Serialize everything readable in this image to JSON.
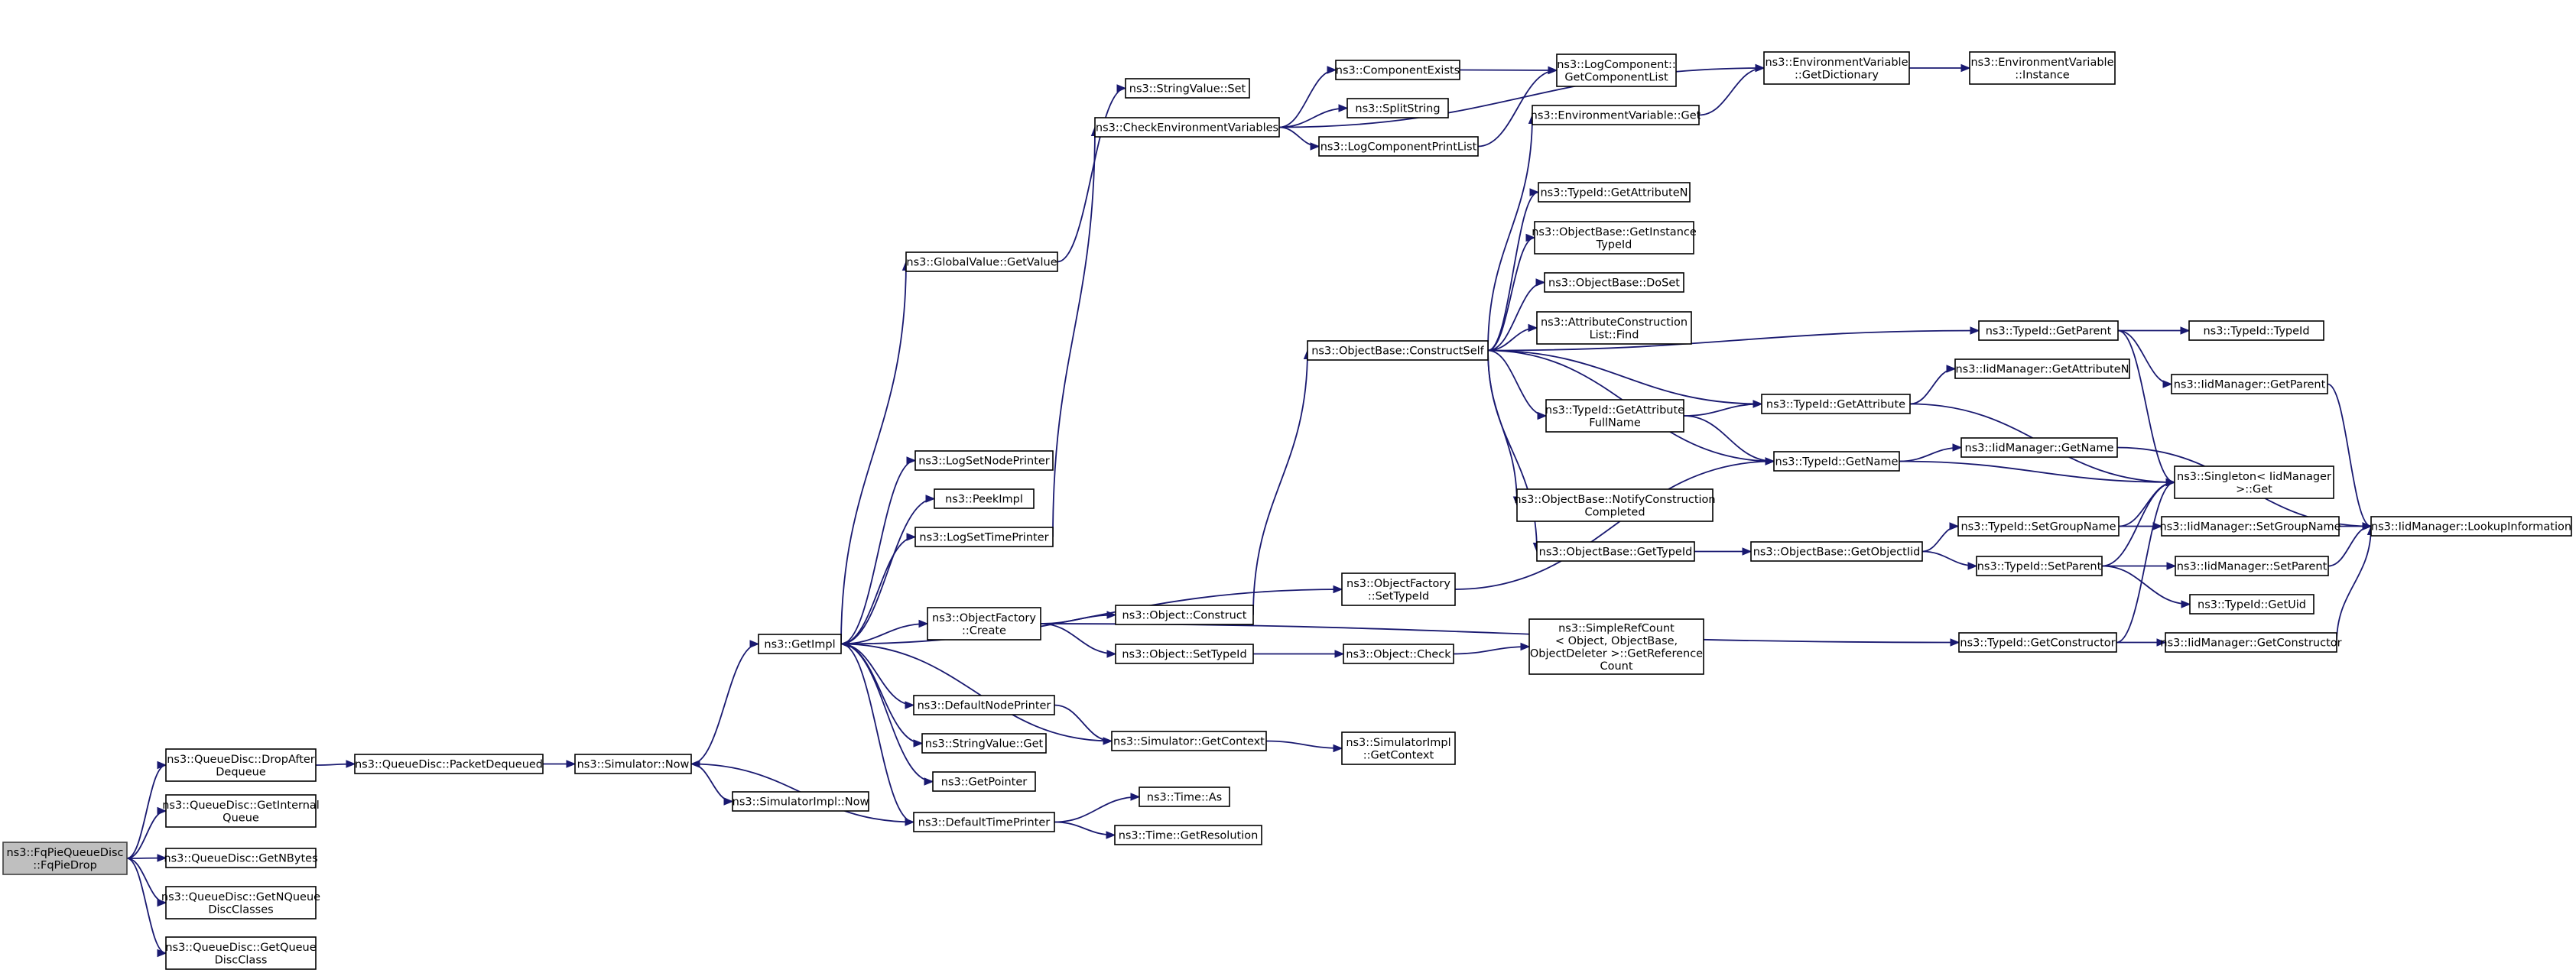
{
  "colors": {
    "edge": "#191970",
    "root_fill": "#bfbfbf",
    "node_fill": "#ffffff",
    "node_border": "#000000"
  },
  "graph": {
    "root": "fqpie_drop",
    "nodes": [
      {
        "id": "fqpie_drop",
        "lines": [
          "ns3::FqPieQueueDisc",
          "::FqPieDrop"
        ]
      },
      {
        "id": "qd_dropafterdequeue",
        "lines": [
          "ns3::QueueDisc::DropAfter",
          "Dequeue"
        ]
      },
      {
        "id": "qd_getinternalqueue",
        "lines": [
          "ns3::QueueDisc::GetInternal",
          "Queue"
        ]
      },
      {
        "id": "qd_getnbytes",
        "lines": [
          "ns3::QueueDisc::GetNBytes"
        ]
      },
      {
        "id": "qd_getnqueuediscclasses",
        "lines": [
          "ns3::QueueDisc::GetNQueue",
          "DiscClasses"
        ]
      },
      {
        "id": "qd_getqueuediscclass",
        "lines": [
          "ns3::QueueDisc::GetQueue",
          "DiscClass"
        ]
      },
      {
        "id": "qd_packetdequeued",
        "lines": [
          "ns3::QueueDisc::PacketDequeued"
        ]
      },
      {
        "id": "sim_now",
        "lines": [
          "ns3::Simulator::Now"
        ]
      },
      {
        "id": "simimpl_now",
        "lines": [
          "ns3::SimulatorImpl::Now"
        ]
      },
      {
        "id": "getimpl",
        "lines": [
          "ns3::GetImpl"
        ]
      },
      {
        "id": "globalvalue_getvalue",
        "lines": [
          "ns3::GlobalValue::GetValue"
        ]
      },
      {
        "id": "stringvalue_set",
        "lines": [
          "ns3::StringValue::Set"
        ]
      },
      {
        "id": "checkenvvars",
        "lines": [
          "ns3::CheckEnvironmentVariables"
        ]
      },
      {
        "id": "componentexists",
        "lines": [
          "ns3::ComponentExists"
        ]
      },
      {
        "id": "splitstring",
        "lines": [
          "ns3::SplitString"
        ]
      },
      {
        "id": "logcomponentprintlist",
        "lines": [
          "ns3::LogComponentPrintList"
        ]
      },
      {
        "id": "logcomponent_getcomponentlist",
        "lines": [
          "ns3::LogComponent::",
          "GetComponentList"
        ]
      },
      {
        "id": "envvar_getdictionary",
        "lines": [
          "ns3::EnvironmentVariable",
          "::GetDictionary"
        ]
      },
      {
        "id": "envvar_instance",
        "lines": [
          "ns3::EnvironmentVariable",
          "::Instance"
        ]
      },
      {
        "id": "envvar_get",
        "lines": [
          "ns3::EnvironmentVariable::Get"
        ]
      },
      {
        "id": "logsetnodeprinter",
        "lines": [
          "ns3::LogSetNodePrinter"
        ]
      },
      {
        "id": "peekimpl",
        "lines": [
          "ns3::PeekImpl"
        ]
      },
      {
        "id": "logsettimeprinter",
        "lines": [
          "ns3::LogSetTimePrinter"
        ]
      },
      {
        "id": "objectfactory_create",
        "lines": [
          "ns3::ObjectFactory",
          "::Create"
        ]
      },
      {
        "id": "defaultnodeprinter",
        "lines": [
          "ns3::DefaultNodePrinter"
        ]
      },
      {
        "id": "stringvalue_get",
        "lines": [
          "ns3::StringValue::Get"
        ]
      },
      {
        "id": "getpointer",
        "lines": [
          "ns3::GetPointer"
        ]
      },
      {
        "id": "defaulttimeprinter",
        "lines": [
          "ns3::DefaultTimePrinter"
        ]
      },
      {
        "id": "object_construct",
        "lines": [
          "ns3::Object::Construct"
        ]
      },
      {
        "id": "object_settypeid",
        "lines": [
          "ns3::Object::SetTypeId"
        ]
      },
      {
        "id": "sim_getcontext",
        "lines": [
          "ns3::Simulator::GetContext"
        ]
      },
      {
        "id": "time_as",
        "lines": [
          "ns3::Time::As"
        ]
      },
      {
        "id": "time_getresolution",
        "lines": [
          "ns3::Time::GetResolution"
        ]
      },
      {
        "id": "objectbase_constructself",
        "lines": [
          "ns3::ObjectBase::ConstructSelf"
        ]
      },
      {
        "id": "objectfactory_settypeid",
        "lines": [
          "ns3::ObjectFactory",
          "::SetTypeId"
        ]
      },
      {
        "id": "object_check",
        "lines": [
          "ns3::Object::Check"
        ]
      },
      {
        "id": "simimpl_getcontext",
        "lines": [
          "ns3::SimulatorImpl",
          "::GetContext"
        ]
      },
      {
        "id": "typeid_getattributen",
        "lines": [
          "ns3::TypeId::GetAttributeN"
        ]
      },
      {
        "id": "objectbase_getinstancetypeid",
        "lines": [
          "ns3::ObjectBase::GetInstance",
          "TypeId"
        ]
      },
      {
        "id": "objectbase_doset",
        "lines": [
          "ns3::ObjectBase::DoSet"
        ]
      },
      {
        "id": "attrconstructionlist_find",
        "lines": [
          "ns3::AttributeConstruction",
          "List::Find"
        ]
      },
      {
        "id": "typeid_getattributefullname",
        "lines": [
          "ns3::TypeId::GetAttribute",
          "FullName"
        ]
      },
      {
        "id": "objectbase_notifyconstructioncompleted",
        "lines": [
          "ns3::ObjectBase::NotifyConstruction",
          "Completed"
        ]
      },
      {
        "id": "objectbase_gettypeid",
        "lines": [
          "ns3::ObjectBase::GetTypeId"
        ]
      },
      {
        "id": "simplerefcount_getreferencecount",
        "lines": [
          "ns3::SimpleRefCount",
          "< Object, ObjectBase,",
          "ObjectDeleter >::GetReference",
          "Count"
        ]
      },
      {
        "id": "typeid_getparent",
        "lines": [
          "ns3::TypeId::GetParent"
        ]
      },
      {
        "id": "typeid_getattribute",
        "lines": [
          "ns3::TypeId::GetAttribute"
        ]
      },
      {
        "id": "typeid_getname",
        "lines": [
          "ns3::TypeId::GetName"
        ]
      },
      {
        "id": "objectbase_getobjectiid",
        "lines": [
          "ns3::ObjectBase::GetObjectIid"
        ]
      },
      {
        "id": "typeid_setgroupname",
        "lines": [
          "ns3::TypeId::SetGroupName"
        ]
      },
      {
        "id": "typeid_setparent",
        "lines": [
          "ns3::TypeId::SetParent"
        ]
      },
      {
        "id": "typeid_getconstructor",
        "lines": [
          "ns3::TypeId::GetConstructor"
        ]
      },
      {
        "id": "typeid_typeid",
        "lines": [
          "ns3::TypeId::TypeId"
        ]
      },
      {
        "id": "iidmanager_getattributen",
        "lines": [
          "ns3::IidManager::GetAttributeN"
        ]
      },
      {
        "id": "iidmanager_getparent",
        "lines": [
          "ns3::IidManager::GetParent"
        ]
      },
      {
        "id": "iidmanager_getname",
        "lines": [
          "ns3::IidManager::GetName"
        ]
      },
      {
        "id": "singleton_get",
        "lines": [
          "ns3::Singleton< IidManager",
          ">::Get"
        ]
      },
      {
        "id": "iidmanager_setgroupname",
        "lines": [
          "ns3::IidManager::SetGroupName"
        ]
      },
      {
        "id": "iidmanager_setparent",
        "lines": [
          "ns3::IidManager::SetParent"
        ]
      },
      {
        "id": "typeid_getuid",
        "lines": [
          "ns3::TypeId::GetUid"
        ]
      },
      {
        "id": "iidmanager_getconstructor",
        "lines": [
          "ns3::IidManager::GetConstructor"
        ]
      },
      {
        "id": "iidmanager_lookupinformation",
        "lines": [
          "ns3::IidManager::LookupInformation"
        ]
      }
    ],
    "edges": [
      [
        "fqpie_drop",
        "qd_dropafterdequeue"
      ],
      [
        "fqpie_drop",
        "qd_getinternalqueue"
      ],
      [
        "fqpie_drop",
        "qd_getnbytes"
      ],
      [
        "fqpie_drop",
        "qd_getnqueuediscclasses"
      ],
      [
        "fqpie_drop",
        "qd_getqueuediscclass"
      ],
      [
        "qd_dropafterdequeue",
        "qd_packetdequeued"
      ],
      [
        "qd_packetdequeued",
        "sim_now"
      ],
      [
        "sim_now",
        "getimpl"
      ],
      [
        "sim_now",
        "simimpl_now"
      ],
      [
        "getimpl",
        "globalvalue_getvalue"
      ],
      [
        "getimpl",
        "logsetnodeprinter"
      ],
      [
        "getimpl",
        "peekimpl"
      ],
      [
        "getimpl",
        "logsettimeprinter"
      ],
      [
        "getimpl",
        "objectfactory_settypeid"
      ],
      [
        "getimpl",
        "objectfactory_create"
      ],
      [
        "getimpl",
        "defaultnodeprinter"
      ],
      [
        "getimpl",
        "stringvalue_get"
      ],
      [
        "getimpl",
        "getpointer"
      ],
      [
        "getimpl",
        "defaulttimeprinter"
      ],
      [
        "globalvalue_getvalue",
        "stringvalue_set"
      ],
      [
        "logsettimeprinter",
        "checkenvvars"
      ],
      [
        "checkenvvars",
        "envvar_getdictionary"
      ],
      [
        "checkenvvars",
        "componentexists"
      ],
      [
        "checkenvvars",
        "splitstring"
      ],
      [
        "checkenvvars",
        "logcomponentprintlist"
      ],
      [
        "componentexists",
        "logcomponent_getcomponentlist"
      ],
      [
        "logcomponentprintlist",
        "logcomponent_getcomponentlist"
      ],
      [
        "envvar_get",
        "envvar_getdictionary"
      ],
      [
        "envvar_getdictionary",
        "envvar_instance"
      ],
      [
        "objectfactory_create",
        "object_construct"
      ],
      [
        "objectfactory_create",
        "object_settypeid"
      ],
      [
        "objectfactory_create",
        "typeid_getconstructor"
      ],
      [
        "defaultnodeprinter",
        "sim_getcontext"
      ],
      [
        "sim_getcontext",
        "getimpl"
      ],
      [
        "sim_getcontext",
        "simimpl_getcontext"
      ],
      [
        "defaulttimeprinter",
        "sim_now"
      ],
      [
        "defaulttimeprinter",
        "time_as"
      ],
      [
        "defaulttimeprinter",
        "time_getresolution"
      ],
      [
        "object_construct",
        "objectbase_constructself"
      ],
      [
        "object_settypeid",
        "object_check"
      ],
      [
        "object_check",
        "simplerefcount_getreferencecount"
      ],
      [
        "objectfactory_settypeid",
        "typeid_getname"
      ],
      [
        "objectbase_constructself",
        "envvar_get"
      ],
      [
        "objectbase_constructself",
        "typeid_getparent"
      ],
      [
        "objectbase_constructself",
        "typeid_getattributen"
      ],
      [
        "objectbase_constructself",
        "objectbase_getinstancetypeid"
      ],
      [
        "objectbase_constructself",
        "objectbase_doset"
      ],
      [
        "objectbase_constructself",
        "attrconstructionlist_find"
      ],
      [
        "objectbase_constructself",
        "typeid_getattribute"
      ],
      [
        "objectbase_constructself",
        "typeid_getattributefullname"
      ],
      [
        "objectbase_constructself",
        "typeid_getname"
      ],
      [
        "objectbase_constructself",
        "objectbase_notifyconstructioncompleted"
      ],
      [
        "objectbase_constructself",
        "objectbase_gettypeid"
      ],
      [
        "typeid_getattributefullname",
        "typeid_getattribute"
      ],
      [
        "typeid_getattributefullname",
        "typeid_getname"
      ],
      [
        "objectbase_gettypeid",
        "objectbase_getobjectiid"
      ],
      [
        "objectbase_getobjectiid",
        "typeid_setgroupname"
      ],
      [
        "objectbase_getobjectiid",
        "typeid_setparent"
      ],
      [
        "typeid_getparent",
        "typeid_typeid"
      ],
      [
        "typeid_getparent",
        "iidmanager_getparent"
      ],
      [
        "typeid_getparent",
        "singleton_get"
      ],
      [
        "typeid_getattribute",
        "iidmanager_getattributen"
      ],
      [
        "typeid_getattribute",
        "singleton_get"
      ],
      [
        "typeid_getname",
        "iidmanager_getname"
      ],
      [
        "typeid_getname",
        "singleton_get"
      ],
      [
        "typeid_setgroupname",
        "iidmanager_setgroupname"
      ],
      [
        "typeid_setgroupname",
        "singleton_get"
      ],
      [
        "typeid_setparent",
        "iidmanager_setparent"
      ],
      [
        "typeid_setparent",
        "typeid_getuid"
      ],
      [
        "typeid_setparent",
        "singleton_get"
      ],
      [
        "typeid_getconstructor",
        "iidmanager_getconstructor"
      ],
      [
        "typeid_getconstructor",
        "singleton_get"
      ],
      [
        "iidmanager_getparent",
        "iidmanager_lookupinformation"
      ],
      [
        "iidmanager_getname",
        "iidmanager_lookupinformation"
      ],
      [
        "iidmanager_setgroupname",
        "iidmanager_lookupinformation"
      ],
      [
        "iidmanager_setparent",
        "iidmanager_lookupinformation"
      ],
      [
        "iidmanager_getconstructor",
        "iidmanager_lookupinformation"
      ]
    ]
  }
}
